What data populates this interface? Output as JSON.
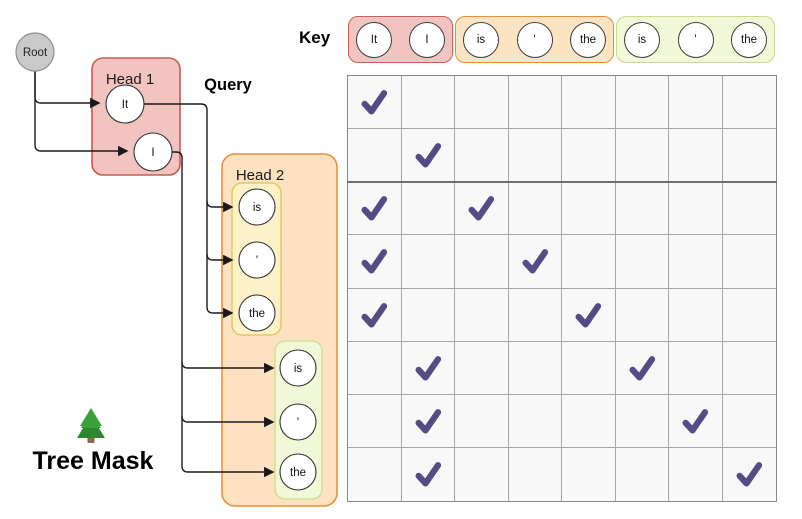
{
  "diagram": {
    "root_label": "Root",
    "query_label": "Query",
    "caption": "Tree Mask",
    "tree_icon": "evergreen-tree-icon",
    "head1": {
      "label": "Head 1",
      "tokens": [
        "It",
        "I"
      ]
    },
    "head2": {
      "label": "Head 2",
      "group1": {
        "tokens": [
          "is",
          "'",
          "the"
        ]
      },
      "group2": {
        "tokens": [
          "is",
          "'",
          "the"
        ]
      }
    }
  },
  "key": {
    "label": "Key",
    "groups": [
      {
        "name": "head1-tokens",
        "fill": "#f2c4c0",
        "border": "#c6605a",
        "tokens": [
          "It",
          "I"
        ]
      },
      {
        "name": "head2-group1-tokens",
        "fill": "#fce3c2",
        "border": "#e69138",
        "tokens": [
          "is",
          "'",
          "the"
        ]
      },
      {
        "name": "head2-group2-tokens",
        "fill": "#f1f8d7",
        "border": "#ccd98f",
        "tokens": [
          "is",
          "'",
          "the"
        ]
      }
    ]
  },
  "mask": {
    "rows": 8,
    "cols": 8,
    "checks": [
      [
        1,
        1
      ],
      [
        2,
        2
      ],
      [
        3,
        1
      ],
      [
        3,
        3
      ],
      [
        4,
        1
      ],
      [
        4,
        4
      ],
      [
        5,
        1
      ],
      [
        5,
        5
      ],
      [
        6,
        2
      ],
      [
        6,
        6
      ],
      [
        7,
        2
      ],
      [
        7,
        7
      ],
      [
        8,
        2
      ],
      [
        8,
        8
      ]
    ],
    "check_color": "#564b85",
    "thick_divider_after_row": 2
  },
  "colors": {
    "head1_fill": "#f2c3bf",
    "head1_border": "#c35c54",
    "head2_fill": "#fce2c0",
    "head2_border": "#e69138",
    "yellow_group_fill": "#fdf1c9",
    "yellow_group_border": "#e2bf55",
    "green_group_fill": "#f1f8d7",
    "green_group_border": "#cdda90",
    "root_fill": "#c9c9c9",
    "root_border": "#8f8f8f",
    "line_color": "#1a1a1a",
    "grid_line": "#a6a6a6",
    "grid_outer": "#8a8a8a",
    "grid_cell": "#f8f8f9",
    "tree_green": "#3aa03a",
    "tree_green_dark": "#2e872e",
    "tree_trunk": "#8a6b46"
  }
}
